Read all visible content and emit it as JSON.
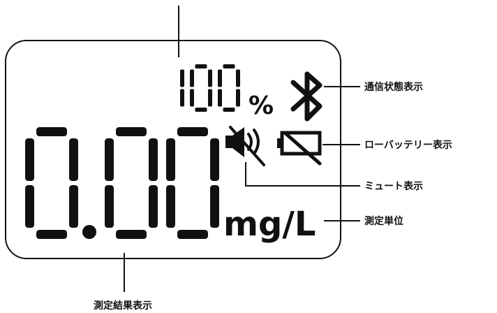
{
  "lcd": {
    "battery_percent_digits": "100",
    "percent_sign": "%",
    "measurement_digits": "0.00",
    "unit": "mg/L"
  },
  "callouts": {
    "communication_status": "通信状態表示",
    "low_battery": "ローバッテリー表示",
    "mute": "ミュート表示",
    "unit": "測定単位",
    "measurement_result": "測定結果表示"
  },
  "icons": [
    "bluetooth-icon",
    "speaker-mute-icon",
    "low-battery-icon"
  ],
  "colors": {
    "ink": "#111111",
    "background": "#ffffff"
  }
}
